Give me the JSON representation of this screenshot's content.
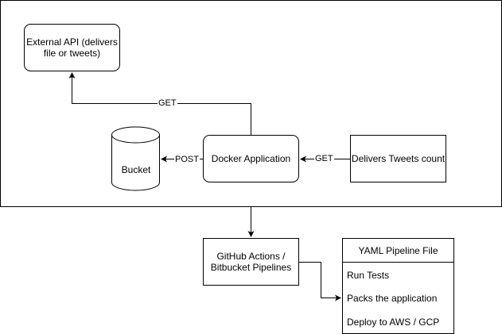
{
  "nodes": {
    "external_api": "External API (delivers file or tweets)",
    "bucket": "Bucket",
    "docker_app": "Docker Application",
    "tweets_count": "Delivers Tweets count",
    "ci": "GitHub Actions / Bitbucket Pipelines",
    "yaml": {
      "title": "YAML Pipeline File",
      "items": [
        "Run Tests",
        "Packs the application",
        "Deploy to AWS / GCP"
      ]
    }
  },
  "edges": {
    "get_top": "GET",
    "post": "POST",
    "get_right": "GET"
  }
}
